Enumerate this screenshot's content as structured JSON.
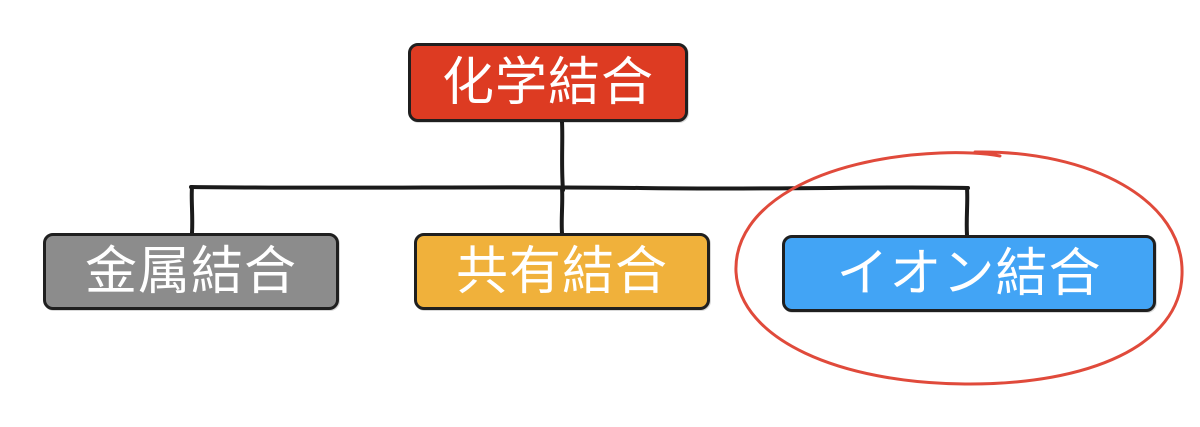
{
  "diagram": {
    "root": {
      "label": "化学結合",
      "color": "#dd3b22"
    },
    "children": [
      {
        "id": "metal",
        "label": "金属結合",
        "color": "#8c8c8c"
      },
      {
        "id": "covalent",
        "label": "共有結合",
        "color": "#f0b13b"
      },
      {
        "id": "ionic",
        "label": "イオン結合",
        "color": "#42a4f5",
        "highlighted": true
      }
    ],
    "highlight_color": "#e04a3b",
    "line_color": "#1a1a1a"
  }
}
